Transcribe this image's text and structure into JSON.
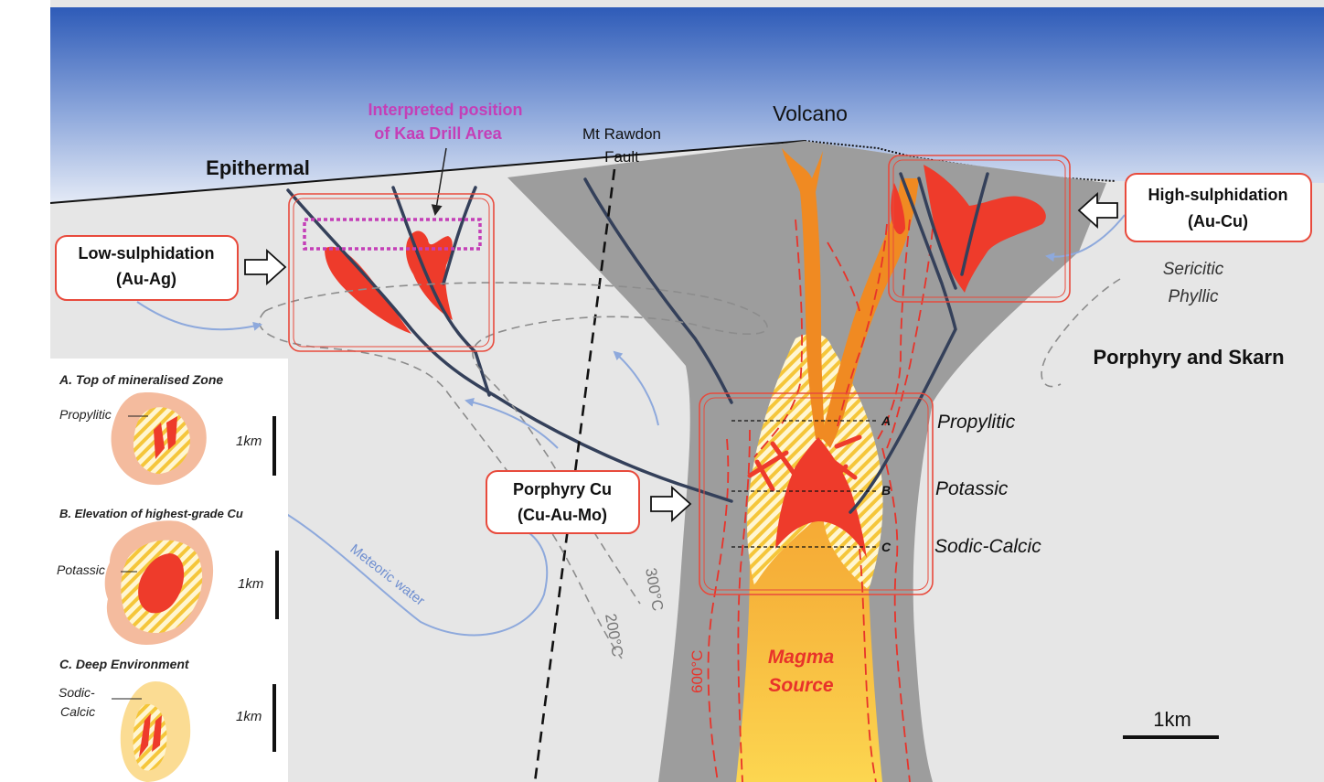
{
  "title": "",
  "labels": {
    "volcano": "Volcano",
    "epithermal": "Epithermal",
    "fault_line1": "Mt Rawdon",
    "fault_line2": "Fault",
    "kaa_line1": "Interpreted position",
    "kaa_line2": "of Kaa Drill Area",
    "porphyry_skarn": "Porphyry and Skarn",
    "sericitic": "Sericitic",
    "phyllic": "Phyllic",
    "meteoric_water": "Meteoric water",
    "t300": "300°C",
    "t200": "200°C",
    "t600": "600°C",
    "magma_line1": "Magma",
    "magma_line2": "Source",
    "scale_bar": "1km"
  },
  "callouts": {
    "low_sulphidation": {
      "line1": "Low-sulphidation",
      "line2": "(Au-Ag)"
    },
    "high_sulphidation": {
      "line1": "High-sulphidation",
      "line2": "(Au-Cu)"
    },
    "porphyry_cu": {
      "line1": "Porphyry Cu",
      "line2": "(Cu-Au-Mo)"
    }
  },
  "zones": {
    "A": {
      "letter": "A",
      "name": "Propylitic"
    },
    "B": {
      "letter": "B",
      "name": "Potassic"
    },
    "C": {
      "letter": "C",
      "name": "Sodic-Calcic"
    }
  },
  "inset": {
    "a_title": "A. Top of mineralised Zone",
    "a_label": "Propylitic",
    "b_title": "B. Elevation of highest-grade Cu",
    "b_label": "Potassic",
    "c_title": "C. Deep Environment",
    "c_label1": "Sodic-",
    "c_label2": "Calcic",
    "scale": "1km"
  },
  "colors": {
    "sky_top": "#2e5bb8",
    "sky_bottom": "#dde6f5",
    "ground": "#e6e6e6",
    "volcanic_body": "#9d9d9d",
    "fault_vein": "#34405a",
    "ore_red": "#ee3b2b",
    "magma_orange": "#f3a12c",
    "magma_yellow": "#fbd24a",
    "callout_border": "#e84a3c",
    "kaa_magenta": "#c43fb7",
    "meteoric_blue": "#8ea9dc",
    "isotherm_grey": "#8c8c8c"
  }
}
